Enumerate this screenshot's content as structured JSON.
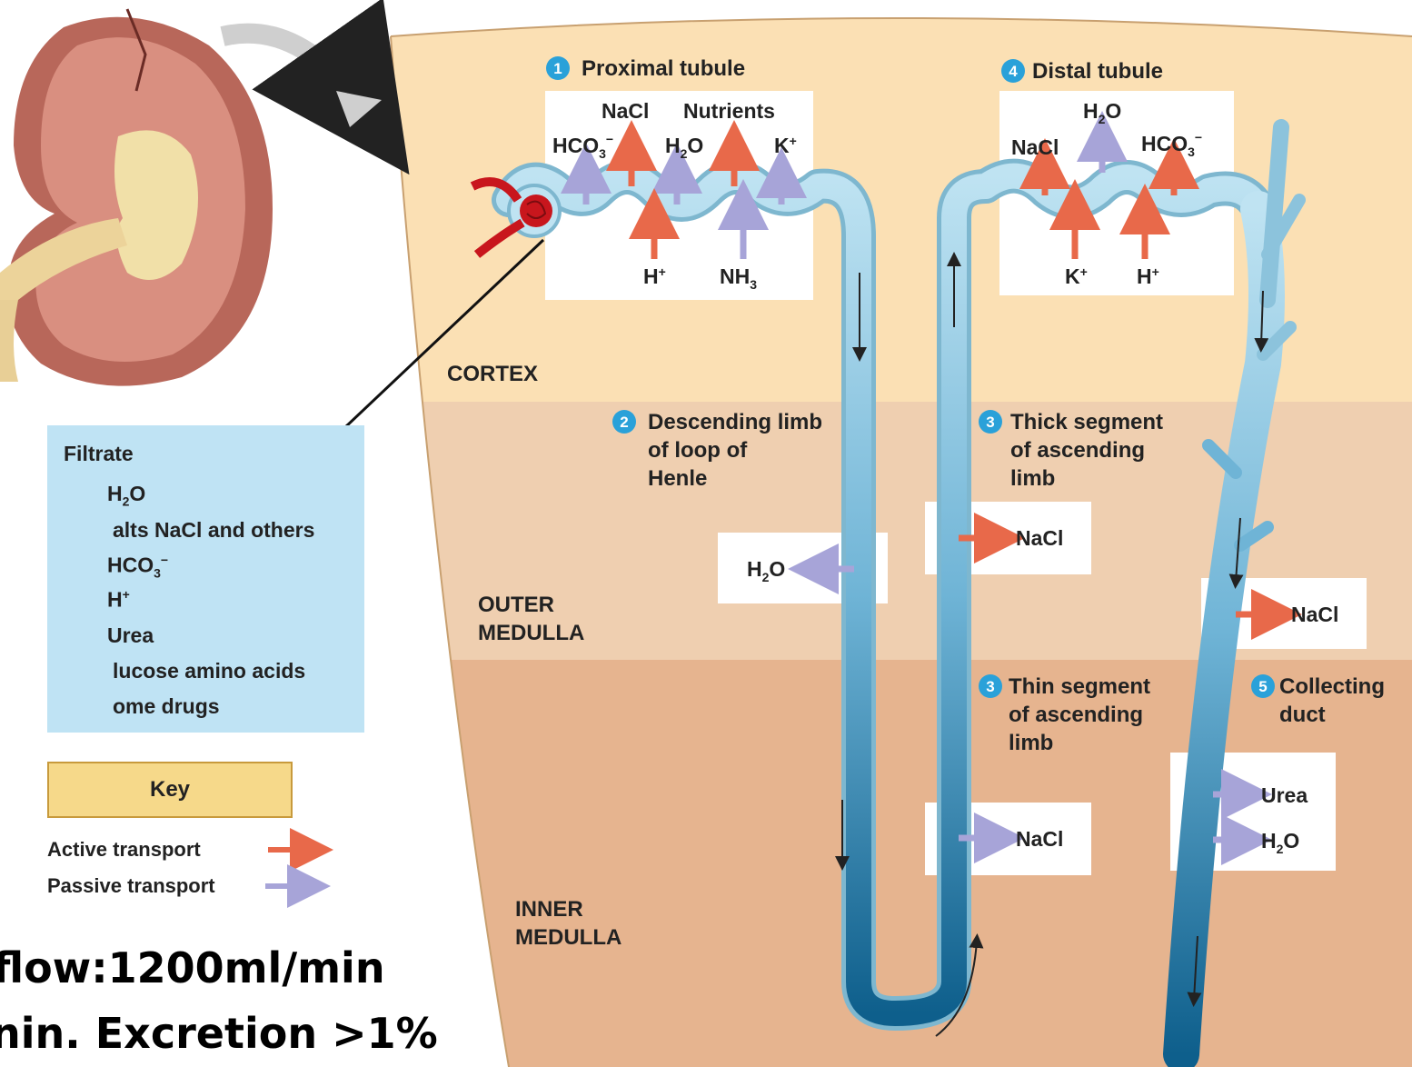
{
  "steps": {
    "proximal": {
      "num": "1",
      "title": "Proximal tubule"
    },
    "descending": {
      "num": "2",
      "line1": "Descending limb",
      "line2": "of loop of",
      "line3": "Henle"
    },
    "thick": {
      "num": "3",
      "line1": "Thick segment",
      "line2": "of ascending",
      "line3": "limb"
    },
    "thin": {
      "num": "3",
      "line1": "Thin segment",
      "line2": "of ascending",
      "line3": "limb"
    },
    "distal": {
      "num": "4",
      "title": "Distal tubule"
    },
    "collecting": {
      "num": "5",
      "line1": "Collecting",
      "line2": "duct"
    }
  },
  "zones": {
    "cortex": "CORTEX",
    "outer1": "OUTER",
    "outer2": "MEDULLA",
    "inner1": "INNER",
    "inner2": "MEDULLA"
  },
  "proximal_box": {
    "nacl": "NaCl",
    "nutrients": "Nutrients",
    "hco3": "HCO",
    "h2o": "H",
    "k": "K",
    "h": "H",
    "nh3": "NH"
  },
  "distal_box": {
    "h2o": "H",
    "nacl": "NaCl",
    "hco3": "HCO",
    "k": "K",
    "h": "H"
  },
  "boxes": {
    "desc_h2o": "H",
    "thick_nacl": "NaCl",
    "cd_nacl": "NaCl",
    "thin_nacl": "NaCl",
    "cd_urea": "Urea",
    "cd_h2o": "H"
  },
  "filtrate": {
    "title": "Filtrate",
    "h2o": "H",
    "salts": "alts  NaCl and others",
    "hco3": "HCO",
    "h": "H",
    "urea": "Urea",
    "glucose": "lucose  amino acids",
    "drugs": "ome drugs"
  },
  "key": {
    "title": "Key",
    "active": "Active transport",
    "passive": "Passive transport"
  },
  "bottom": {
    "line1": "flow:1200ml/min",
    "line2": "nin. Excretion >1%"
  },
  "colors": {
    "cortex": "#fbe0b4",
    "outer": "#efcfb0",
    "inner": "#e6b48f",
    "tubule": "#a9d6ea",
    "active": "#e8694a",
    "passive": "#a7a4d8",
    "step_circle": "#2aa1d9"
  }
}
